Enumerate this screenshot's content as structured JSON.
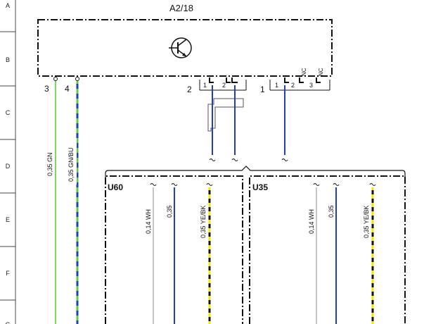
{
  "colors": {
    "blue": "#1f3fbf",
    "green": "#5ccf3a",
    "gray": "#b8b8b8",
    "yellow": "#f3e600",
    "black": "#111111"
  },
  "row_labels": [
    "A",
    "B",
    "C",
    "D",
    "E",
    "F",
    "G"
  ],
  "component": {
    "name": "A2/18",
    "icon": "transistor-icon",
    "pins_left": [
      "3",
      "4"
    ],
    "connector_mid": {
      "label": "2",
      "pins": [
        "1",
        "2"
      ]
    },
    "connector_right": {
      "label": "1",
      "pins": [
        "1",
        "2",
        "3"
      ],
      "nc": [
        "NC",
        "NC"
      ]
    }
  },
  "wires_left": [
    {
      "label": "0,35 GN",
      "color": "green"
    },
    {
      "label": "0,35 GN/BU",
      "color": "green-blue"
    }
  ],
  "boxes": [
    {
      "name": "U60",
      "wires": [
        "0,14 WH",
        "0,35",
        "0,35 YE/BK"
      ]
    },
    {
      "name": "U35",
      "wires": [
        "0,14 WH",
        "0,35",
        "0,35 YE/BK"
      ]
    }
  ]
}
